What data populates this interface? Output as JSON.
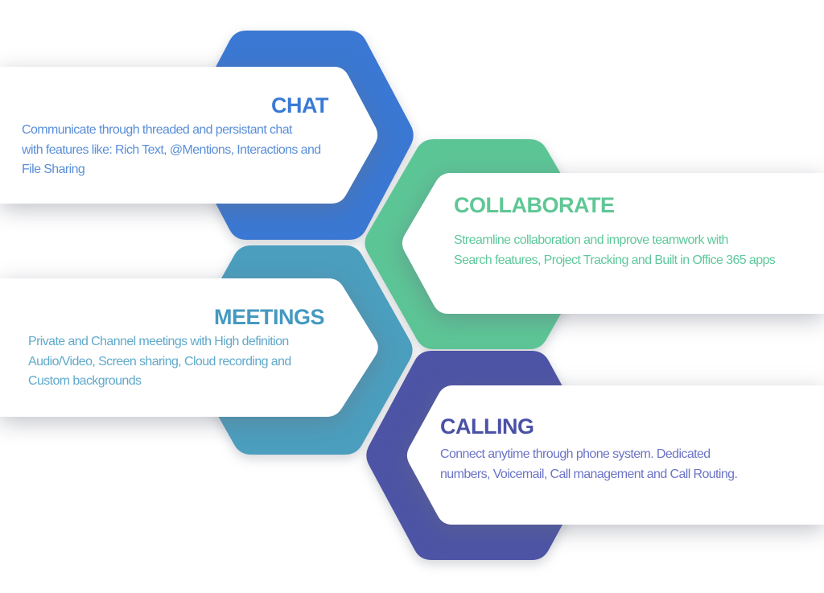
{
  "canvas": {
    "background": "#ffffff",
    "banner_color": "#ffffff",
    "shadow_color": "rgba(104,110,124,0.42)"
  },
  "features": [
    {
      "id": "chat",
      "title": "CHAT",
      "description_lines": [
        "Communicate through threaded and persistant chat",
        "with features like: Rich Text, @Mentions, Interactions and",
        "File Sharing"
      ],
      "hex_color": "#3a78d3",
      "title_color": "#3a7ad6",
      "text_color": "#5a8fd8"
    },
    {
      "id": "collaborate",
      "title": "COLLABORATE",
      "description_lines": [
        "Streamline collaboration and improve teamwork with",
        "Search features, Project Tracking and Built in Office 365 apps"
      ],
      "hex_color": "#5cc596",
      "title_color": "#5fc795",
      "text_color": "#5ec89c"
    },
    {
      "id": "meetings",
      "title": "MEETINGS",
      "description_lines": [
        "Private and Channel meetings with High definition",
        "Audio/Video, Screen sharing, Cloud recording and",
        "Custom backgrounds"
      ],
      "hex_color": "#4b9ebe",
      "title_color": "#4499c0",
      "text_color": "#60a9cb"
    },
    {
      "id": "calling",
      "title": "CALLING",
      "description_lines": [
        "Connect anytime through phone system. Dedicated",
        "numbers, Voicemail, Call management and Call Routing."
      ],
      "hex_color": "#4d54a5",
      "title_color": "#4a51a6",
      "text_color": "#6b74c6"
    }
  ]
}
